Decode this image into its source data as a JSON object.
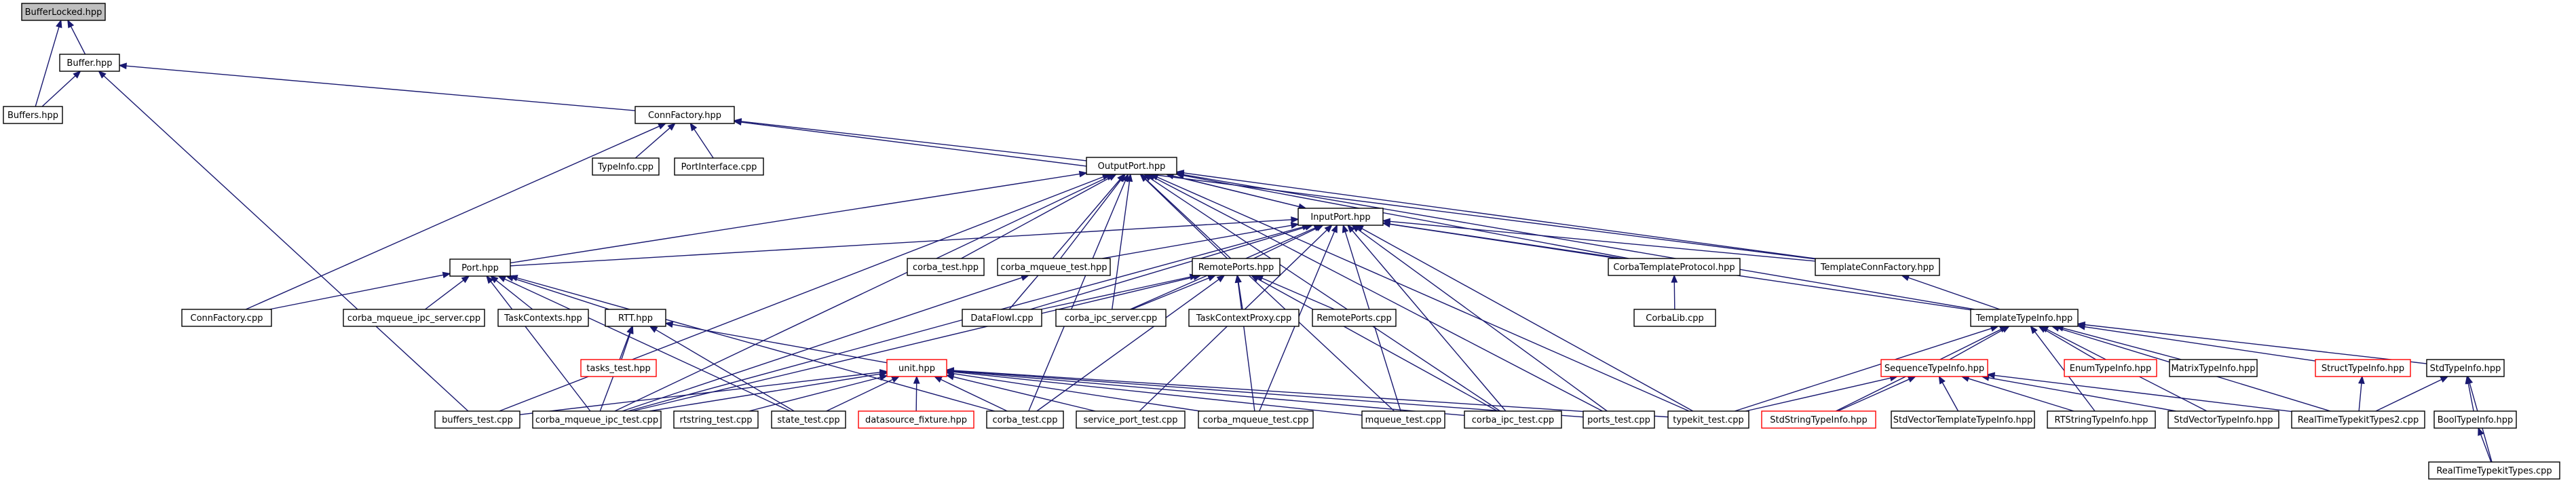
{
  "colors": {
    "edge": "#191970",
    "node_border": "#000000",
    "node_border_missing": "#ff0000",
    "root_fill": "#bfbfbf",
    "node_fill": "#ffffff"
  },
  "nodes": {
    "bufferlocked": {
      "label": "BufferLocked.hpp",
      "kind": "root"
    },
    "buffer": {
      "label": "Buffer.hpp",
      "kind": "normal"
    },
    "buffers": {
      "label": "Buffers.hpp",
      "kind": "normal"
    },
    "connfactory_hpp": {
      "label": "ConnFactory.hpp",
      "kind": "normal"
    },
    "typeinfo_cpp": {
      "label": "TypeInfo.cpp",
      "kind": "normal"
    },
    "portinterface_cpp": {
      "label": "PortInterface.cpp",
      "kind": "normal"
    },
    "outputport": {
      "label": "OutputPort.hpp",
      "kind": "normal"
    },
    "inputport": {
      "label": "InputPort.hpp",
      "kind": "normal"
    },
    "port_hpp": {
      "label": "Port.hpp",
      "kind": "normal"
    },
    "connfactory_cpp": {
      "label": "ConnFactory.cpp",
      "kind": "normal"
    },
    "corba_mqueue_ipc_server": {
      "label": "corba_mqueue_ipc_server.cpp",
      "kind": "normal"
    },
    "taskcontexts": {
      "label": "TaskContexts.hpp",
      "kind": "normal"
    },
    "rtt": {
      "label": "RTT.hpp",
      "kind": "normal"
    },
    "tasks_test": {
      "label": "tasks_test.hpp",
      "kind": "missing"
    },
    "corba_test_hpp": {
      "label": "corba_test.hpp",
      "kind": "normal"
    },
    "corba_mqueue_test_hpp": {
      "label": "corba_mqueue_test.hpp",
      "kind": "normal"
    },
    "dataflowi": {
      "label": "DataFlowI.cpp",
      "kind": "normal"
    },
    "corba_ipc_server": {
      "label": "corba_ipc_server.cpp",
      "kind": "normal"
    },
    "remoteports_hpp": {
      "label": "RemotePorts.hpp",
      "kind": "normal"
    },
    "taskcontextproxy": {
      "label": "TaskContextProxy.cpp",
      "kind": "normal"
    },
    "remoteports_cpp": {
      "label": "RemotePorts.cpp",
      "kind": "normal"
    },
    "corbatemplateprotocol": {
      "label": "CorbaTemplateProtocol.hpp",
      "kind": "normal"
    },
    "corbalib": {
      "label": "CorbaLib.cpp",
      "kind": "normal"
    },
    "templateconnfactory": {
      "label": "TemplateConnFactory.hpp",
      "kind": "normal"
    },
    "templatetypeinfo": {
      "label": "TemplateTypeInfo.hpp",
      "kind": "normal"
    },
    "sequencetypeinfo": {
      "label": "SequenceTypeInfo.hpp",
      "kind": "missing"
    },
    "enumtypeinfo": {
      "label": "EnumTypeInfo.hpp",
      "kind": "missing"
    },
    "matrixtypeinfo": {
      "label": "MatrixTypeInfo.hpp",
      "kind": "normal"
    },
    "structtypeinfo": {
      "label": "StructTypeInfo.hpp",
      "kind": "missing"
    },
    "stdtypeinfo": {
      "label": "StdTypeInfo.hpp",
      "kind": "normal"
    },
    "booltypeinfo": {
      "label": "BoolTypeInfo.hpp",
      "kind": "normal"
    },
    "realtimetypekittypes": {
      "label": "RealTimeTypekitTypes.cpp",
      "kind": "normal"
    },
    "unit": {
      "label": "unit.hpp",
      "kind": "missing"
    },
    "buffers_test": {
      "label": "buffers_test.cpp",
      "kind": "normal"
    },
    "corba_mqueue_ipc_test": {
      "label": "corba_mqueue_ipc_test.cpp",
      "kind": "normal"
    },
    "rtstring_test": {
      "label": "rtstring_test.cpp",
      "kind": "normal"
    },
    "state_test": {
      "label": "state_test.cpp",
      "kind": "normal"
    },
    "datasource_fixture": {
      "label": "datasource_fixture.hpp",
      "kind": "missing"
    },
    "corba_test_cpp": {
      "label": "corba_test.cpp",
      "kind": "normal"
    },
    "service_port_test": {
      "label": "service_port_test.cpp",
      "kind": "normal"
    },
    "corba_mqueue_test_cpp": {
      "label": "corba_mqueue_test.cpp",
      "kind": "normal"
    },
    "mqueue_test": {
      "label": "mqueue_test.cpp",
      "kind": "normal"
    },
    "corba_ipc_test": {
      "label": "corba_ipc_test.cpp",
      "kind": "normal"
    },
    "ports_test": {
      "label": "ports_test.cpp",
      "kind": "normal"
    },
    "typekit_test": {
      "label": "typekit_test.cpp",
      "kind": "normal"
    },
    "stdstringtypeinfo": {
      "label": "StdStringTypeInfo.hpp",
      "kind": "missing"
    },
    "stdvectortemplatetypeinfo": {
      "label": "StdVectorTemplateTypeInfo.hpp",
      "kind": "normal"
    },
    "rtstringtypeinfo": {
      "label": "RTStringTypeInfo.hpp",
      "kind": "normal"
    },
    "stdvectortypeinfo": {
      "label": "StdVectorTypeInfo.hpp",
      "kind": "normal"
    },
    "realtimetypekittypes2": {
      "label": "RealTimeTypekitTypes2.cpp",
      "kind": "normal"
    }
  },
  "edges": [
    [
      "buffer",
      "bufferlocked"
    ],
    [
      "buffers",
      "bufferlocked"
    ],
    [
      "buffers",
      "buffer"
    ],
    [
      "connfactory_hpp",
      "buffer"
    ],
    [
      "buffers_test",
      "buffer"
    ],
    [
      "typeinfo_cpp",
      "connfactory_hpp"
    ],
    [
      "portinterface_cpp",
      "connfactory_hpp"
    ],
    [
      "outputport",
      "connfactory_hpp"
    ],
    [
      "connfactory_cpp",
      "connfactory_hpp"
    ],
    [
      "templateconnfactory",
      "connfactory_hpp"
    ],
    [
      "inputport",
      "outputport"
    ],
    [
      "outputport",
      "inputport"
    ],
    [
      "port_hpp",
      "outputport"
    ],
    [
      "corba_test_hpp",
      "outputport"
    ],
    [
      "corba_mqueue_test_hpp",
      "outputport"
    ],
    [
      "dataflowi",
      "outputport"
    ],
    [
      "corba_ipc_server",
      "outputport"
    ],
    [
      "remoteports_hpp",
      "outputport"
    ],
    [
      "corbatemplateprotocol",
      "outputport"
    ],
    [
      "templateconnfactory",
      "outputport"
    ],
    [
      "templatetypeinfo",
      "outputport"
    ],
    [
      "buffers_test",
      "outputport"
    ],
    [
      "corba_mqueue_ipc_test",
      "outputport"
    ],
    [
      "corba_test_cpp",
      "outputport"
    ],
    [
      "mqueue_test",
      "outputport"
    ],
    [
      "corba_ipc_test",
      "outputport"
    ],
    [
      "ports_test",
      "outputport"
    ],
    [
      "typekit_test",
      "outputport"
    ],
    [
      "port_hpp",
      "inputport"
    ],
    [
      "corba_mqueue_test_hpp",
      "inputport"
    ],
    [
      "dataflowi",
      "inputport"
    ],
    [
      "corba_ipc_server",
      "inputport"
    ],
    [
      "remoteports_hpp",
      "inputport"
    ],
    [
      "corbatemplateprotocol",
      "inputport"
    ],
    [
      "templateconnfactory",
      "inputport"
    ],
    [
      "templatetypeinfo",
      "inputport"
    ],
    [
      "corba_mqueue_ipc_test",
      "inputport"
    ],
    [
      "service_port_test",
      "inputport"
    ],
    [
      "corba_mqueue_test_cpp",
      "inputport"
    ],
    [
      "mqueue_test",
      "inputport"
    ],
    [
      "corba_ipc_test",
      "inputport"
    ],
    [
      "ports_test",
      "inputport"
    ],
    [
      "typekit_test",
      "inputport"
    ],
    [
      "connfactory_cpp",
      "port_hpp"
    ],
    [
      "corba_mqueue_ipc_server",
      "port_hpp"
    ],
    [
      "taskcontexts",
      "port_hpp"
    ],
    [
      "rtt",
      "port_hpp"
    ],
    [
      "corba_mqueue_ipc_test",
      "port_hpp"
    ],
    [
      "state_test",
      "port_hpp"
    ],
    [
      "corba_test_cpp",
      "port_hpp"
    ],
    [
      "tasks_test",
      "rtt"
    ],
    [
      "unit",
      "rtt"
    ],
    [
      "corba_mqueue_ipc_test",
      "rtt"
    ],
    [
      "state_test",
      "rtt"
    ],
    [
      "corba_mqueue_ipc_test",
      "corba_mqueue_test_hpp"
    ],
    [
      "taskcontextproxy",
      "remoteports_hpp"
    ],
    [
      "remoteports_cpp",
      "remoteports_hpp"
    ],
    [
      "dataflowi",
      "remoteports_hpp"
    ],
    [
      "corba_ipc_server",
      "remoteports_hpp"
    ],
    [
      "corba_mqueue_ipc_test",
      "remoteports_hpp"
    ],
    [
      "corba_test_cpp",
      "remoteports_hpp"
    ],
    [
      "corba_mqueue_test_cpp",
      "remoteports_hpp"
    ],
    [
      "corba_ipc_test",
      "remoteports_hpp"
    ],
    [
      "corbalib",
      "corbatemplateprotocol"
    ],
    [
      "templatetypeinfo",
      "templateconnfactory"
    ],
    [
      "sequencetypeinfo",
      "templatetypeinfo"
    ],
    [
      "enumtypeinfo",
      "templatetypeinfo"
    ],
    [
      "matrixtypeinfo",
      "templatetypeinfo"
    ],
    [
      "structtypeinfo",
      "templatetypeinfo"
    ],
    [
      "stdtypeinfo",
      "templatetypeinfo"
    ],
    [
      "typekit_test",
      "templatetypeinfo"
    ],
    [
      "stdstringtypeinfo",
      "templatetypeinfo"
    ],
    [
      "rtstringtypeinfo",
      "templatetypeinfo"
    ],
    [
      "stdvectortypeinfo",
      "templatetypeinfo"
    ],
    [
      "realtimetypekittypes2",
      "templatetypeinfo"
    ],
    [
      "stdstringtypeinfo",
      "sequencetypeinfo"
    ],
    [
      "stdvectortemplatetypeinfo",
      "sequencetypeinfo"
    ],
    [
      "rtstringtypeinfo",
      "sequencetypeinfo"
    ],
    [
      "stdvectortypeinfo",
      "sequencetypeinfo"
    ],
    [
      "realtimetypekittypes2",
      "sequencetypeinfo"
    ],
    [
      "typekit_test",
      "sequencetypeinfo"
    ],
    [
      "realtimetypekittypes2",
      "structtypeinfo"
    ],
    [
      "booltypeinfo",
      "stdtypeinfo"
    ],
    [
      "realtimetypekittypes",
      "stdtypeinfo"
    ],
    [
      "realtimetypekittypes2",
      "stdtypeinfo"
    ],
    [
      "realtimetypekittypes",
      "booltypeinfo"
    ],
    [
      "buffers_test",
      "unit"
    ],
    [
      "corba_mqueue_ipc_test",
      "unit"
    ],
    [
      "rtstring_test",
      "unit"
    ],
    [
      "state_test",
      "unit"
    ],
    [
      "datasource_fixture",
      "unit"
    ],
    [
      "corba_test_cpp",
      "unit"
    ],
    [
      "service_port_test",
      "unit"
    ],
    [
      "corba_mqueue_test_cpp",
      "unit"
    ],
    [
      "mqueue_test",
      "unit"
    ],
    [
      "corba_ipc_test",
      "unit"
    ],
    [
      "ports_test",
      "unit"
    ],
    [
      "typekit_test",
      "unit"
    ]
  ]
}
